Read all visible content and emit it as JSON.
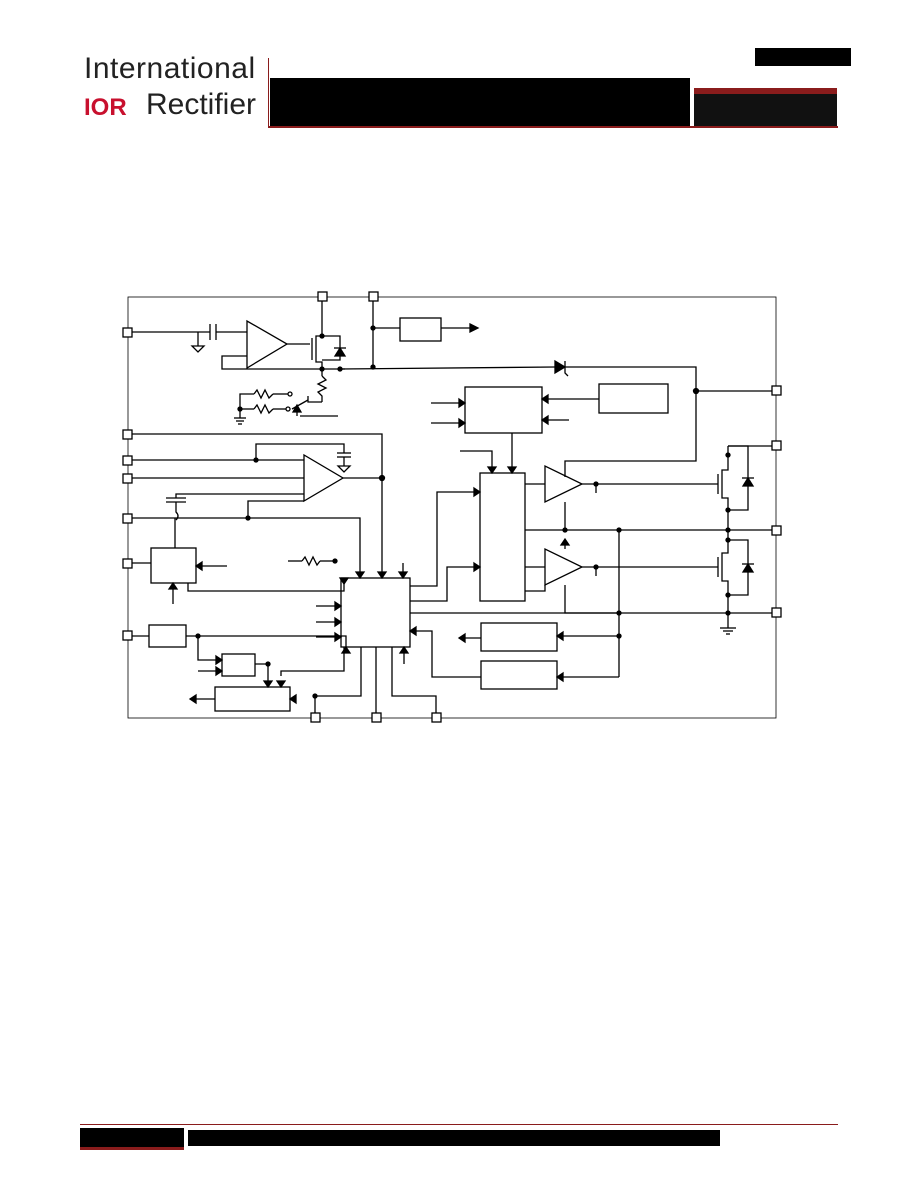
{
  "header": {
    "logo_line1": "International",
    "logo_ior": "IOR",
    "logo_line2": "Rectifier"
  },
  "colors": {
    "brand_red": "#8a1c1c",
    "logo_red": "#c8102e",
    "ink": "#000000"
  },
  "diagram": {
    "icons": [
      "opamp-icon",
      "mosfet-icon",
      "diode-icon",
      "resistor-icon",
      "capacitor-icon",
      "ground-icon",
      "zener-diode-icon",
      "switch-icon"
    ]
  }
}
